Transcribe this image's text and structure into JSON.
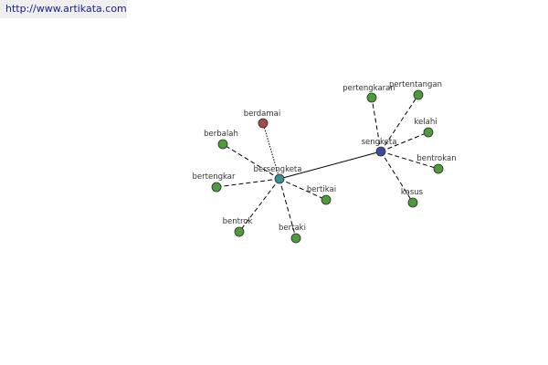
{
  "site": {
    "url": "http://www.artikata.com",
    "color": "#1a1a9a",
    "bar_color": "#efefef"
  },
  "colors": {
    "edge": "#000000",
    "synonym": "#4f9a3d",
    "antonym": "#a34a4a",
    "hub_bersengketa": "#3c8f8f",
    "hub_sengketa": "#3b4c9b",
    "node_stroke": "#2d2d2d"
  },
  "graph": {
    "nodes": [
      {
        "id": "bersengketa",
        "label": "bersengketa",
        "kind": "hub_bersengketa"
      },
      {
        "id": "sengketa",
        "label": "sengketa",
        "kind": "hub_sengketa"
      },
      {
        "id": "berdamai",
        "label": "berdamai",
        "kind": "antonym"
      },
      {
        "id": "berbalah",
        "label": "berbalah",
        "kind": "synonym"
      },
      {
        "id": "bertengkar",
        "label": "bertengkar",
        "kind": "synonym"
      },
      {
        "id": "bentrok",
        "label": "bentrok",
        "kind": "synonym"
      },
      {
        "id": "bertaki",
        "label": "bertaki",
        "kind": "synonym"
      },
      {
        "id": "bertikai",
        "label": "bertikai",
        "kind": "synonym"
      },
      {
        "id": "pertengkaran",
        "label": "pertengkaran",
        "kind": "synonym"
      },
      {
        "id": "pertentangan",
        "label": "pertentangan",
        "kind": "synonym"
      },
      {
        "id": "kelahi",
        "label": "kelahi",
        "kind": "synonym"
      },
      {
        "id": "bentrokan",
        "label": "bentrokan",
        "kind": "synonym"
      },
      {
        "id": "kasus",
        "label": "kasus",
        "kind": "synonym"
      }
    ],
    "edges": [
      {
        "from": "bersengketa",
        "to": "sengketa",
        "style": "solid"
      },
      {
        "from": "bersengketa",
        "to": "berdamai",
        "style": "dotted"
      },
      {
        "from": "bersengketa",
        "to": "berbalah",
        "style": "dashed"
      },
      {
        "from": "bersengketa",
        "to": "bertengkar",
        "style": "dashed"
      },
      {
        "from": "bersengketa",
        "to": "bentrok",
        "style": "dashed"
      },
      {
        "from": "bersengketa",
        "to": "bertaki",
        "style": "dashed"
      },
      {
        "from": "bersengketa",
        "to": "bertikai",
        "style": "dashed"
      },
      {
        "from": "sengketa",
        "to": "pertengkaran",
        "style": "dashed"
      },
      {
        "from": "sengketa",
        "to": "pertentangan",
        "style": "dashed"
      },
      {
        "from": "sengketa",
        "to": "kelahi",
        "style": "dashed"
      },
      {
        "from": "sengketa",
        "to": "bentrokan",
        "style": "dashed"
      },
      {
        "from": "sengketa",
        "to": "kasus",
        "style": "dashed"
      }
    ]
  }
}
